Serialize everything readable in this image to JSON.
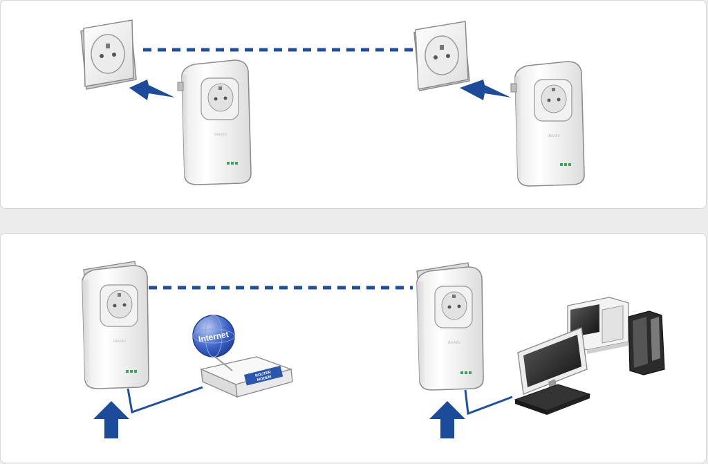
{
  "steps": [
    {
      "id": "plug-in-adapters",
      "description_visible": ""
    },
    {
      "id": "connect-devices",
      "description_visible": ""
    }
  ],
  "labels": {
    "internet": "Internet",
    "router_line1": "ROUTER",
    "router_line2": "MODEM"
  },
  "colors": {
    "accent_blue": "#1c4b9c",
    "link_blue": "#1f4fa3",
    "led_green": "#3aa35a",
    "device_white": "#f7f7f7",
    "outline": "#8c8c8c"
  },
  "icons": [
    "wall-socket-icon",
    "powerline-adapter-icon",
    "insert-arrow-icon",
    "up-arrow-icon",
    "internet-globe-icon",
    "router-icon",
    "monitor-icon",
    "computer-icon",
    "ethernet-cable-icon",
    "powerline-link-icon"
  ]
}
